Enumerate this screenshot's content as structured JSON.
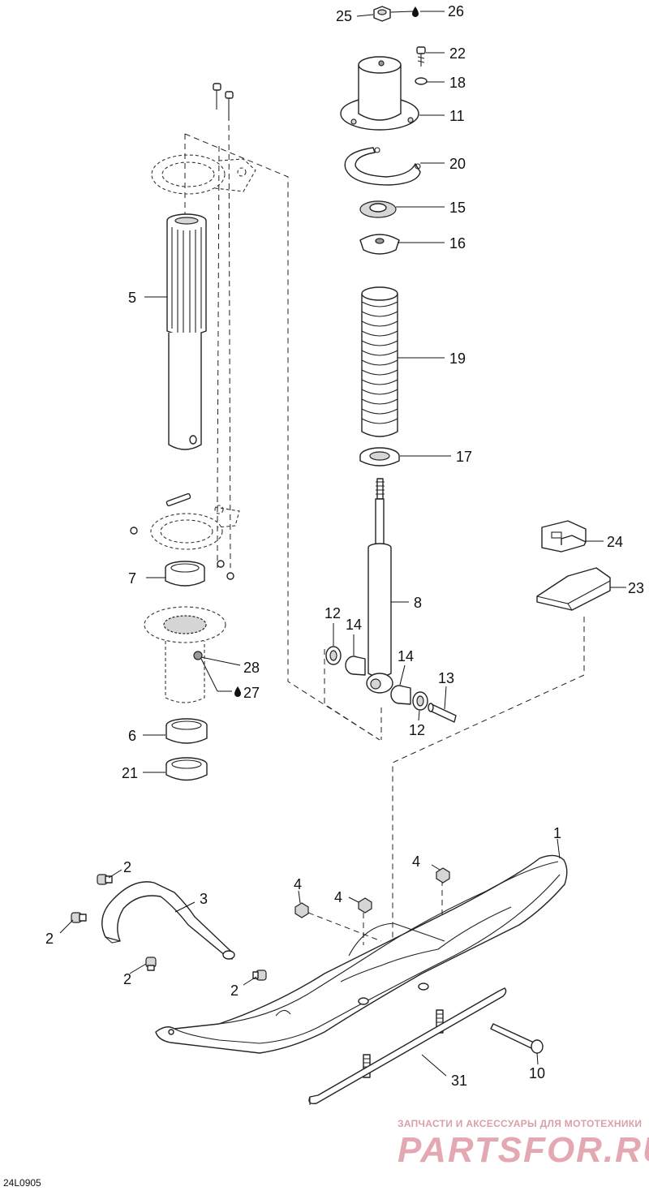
{
  "diagram_code": "24L0905",
  "watermark": {
    "caption": "ЗАПЧАСТИ И АКСЕССУАРЫ ДЛЯ МОТОТЕХНИКИ",
    "brand": "PARTSFOR.RU"
  },
  "callouts": {
    "c25": "25",
    "c26": "26",
    "c22": "22",
    "c18": "18",
    "c11": "11",
    "c20": "20",
    "c15": "15",
    "c16": "16",
    "c19": "19",
    "c17": "17",
    "c5": "5",
    "c24": "24",
    "c23": "23",
    "c7": "7",
    "c8": "8",
    "c12a": "12",
    "c14a": "14",
    "c14b": "14",
    "c13": "13",
    "c12b": "12",
    "c28": "28",
    "c27": "27",
    "c6": "6",
    "c21": "21",
    "c1": "1",
    "c4a": "4",
    "c4b": "4",
    "c4c": "4",
    "c3": "3",
    "c2a": "2",
    "c2b": "2",
    "c2c": "2",
    "c2d": "2",
    "c10": "10",
    "c31": "31"
  }
}
